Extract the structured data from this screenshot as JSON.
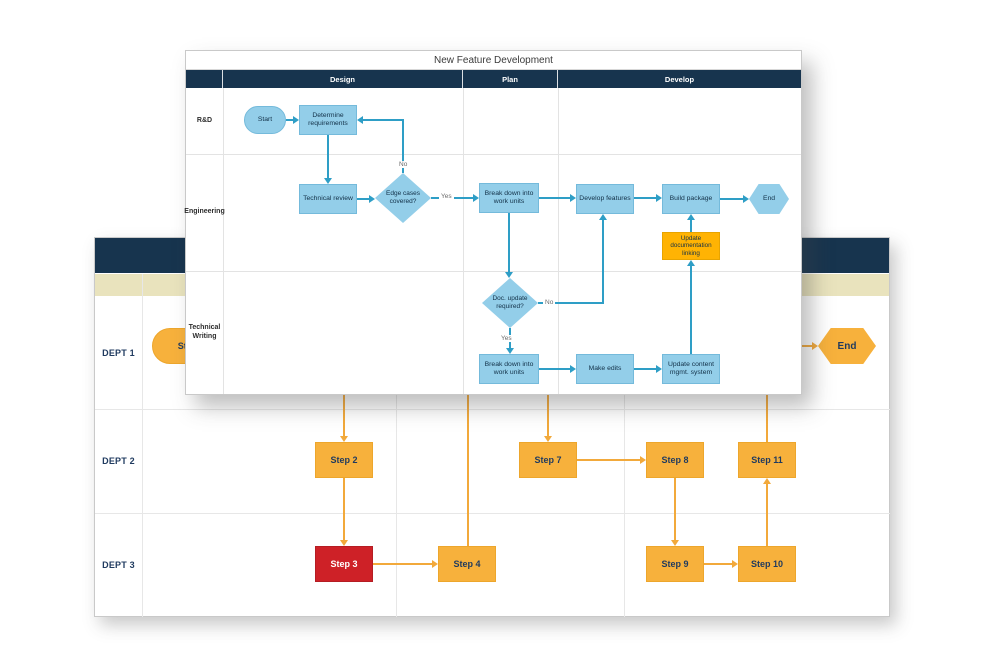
{
  "foreground": {
    "title": "New Feature Development",
    "phases": {
      "p1": "Design",
      "p2": "Plan",
      "p3": "Develop"
    },
    "lanes": {
      "l1": "R&D",
      "l2": "Engineering",
      "l3": "Technical Writing"
    },
    "nodes": {
      "start": "Start",
      "determine_requirements": "Determine requirements",
      "technical_review": "Technical review",
      "edge_cases_covered": "Edge cases covered?",
      "breakdown_eng": "Break down into work units",
      "develop_features": "Develop features",
      "build_package": "Build package",
      "end": "End",
      "update_doc_linking": "Update documentation linking",
      "doc_update_required": "Doc. update required?",
      "breakdown_tw": "Break down into work units",
      "make_edits": "Make edits",
      "update_content": "Update content mgmt. system"
    },
    "decision_labels": {
      "edge_yes": "Yes",
      "edge_no": "No",
      "doc_yes": "Yes",
      "doc_no": "No"
    }
  },
  "background": {
    "lanes": {
      "l1": "DEPT 1",
      "l2": "DEPT 2",
      "l3": "DEPT 3"
    },
    "nodes": {
      "start": "Start",
      "end": "End",
      "step2": "Step 2",
      "step3": "Step 3",
      "step4": "Step 4",
      "step7": "Step 7",
      "step8": "Step 8",
      "step9": "Step 9",
      "step10": "Step 10",
      "step11": "Step 11"
    }
  },
  "colors": {
    "fg_header_navy": "#17344E",
    "fg_node_blue": "#93CEE9",
    "fg_connector_blue": "#2E9EC6",
    "fg_highlight_orange": "#FFB303",
    "bg_title_navy": "#17344E",
    "bg_phase_tan": "#E9E3BD",
    "bg_node_orange": "#F7B13C",
    "bg_connector_orange": "#F2A93B",
    "bg_alert_red": "#CE2127",
    "step_text_navy": "#1F3A5F"
  }
}
